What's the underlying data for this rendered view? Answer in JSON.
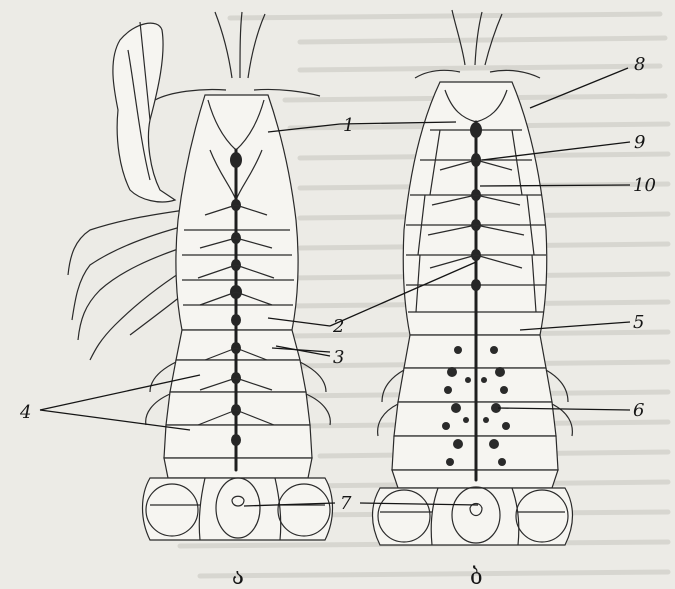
{
  "figure": {
    "captions": {
      "left": "ა",
      "right": "ბ"
    },
    "labels": [
      "1",
      "2",
      "3",
      "4",
      "5",
      "6",
      "7",
      "8",
      "9",
      "10"
    ],
    "colors": {
      "ink": "#2a2a2a",
      "paper": "#ecebe6",
      "bleed": "#bdbcb6"
    }
  }
}
